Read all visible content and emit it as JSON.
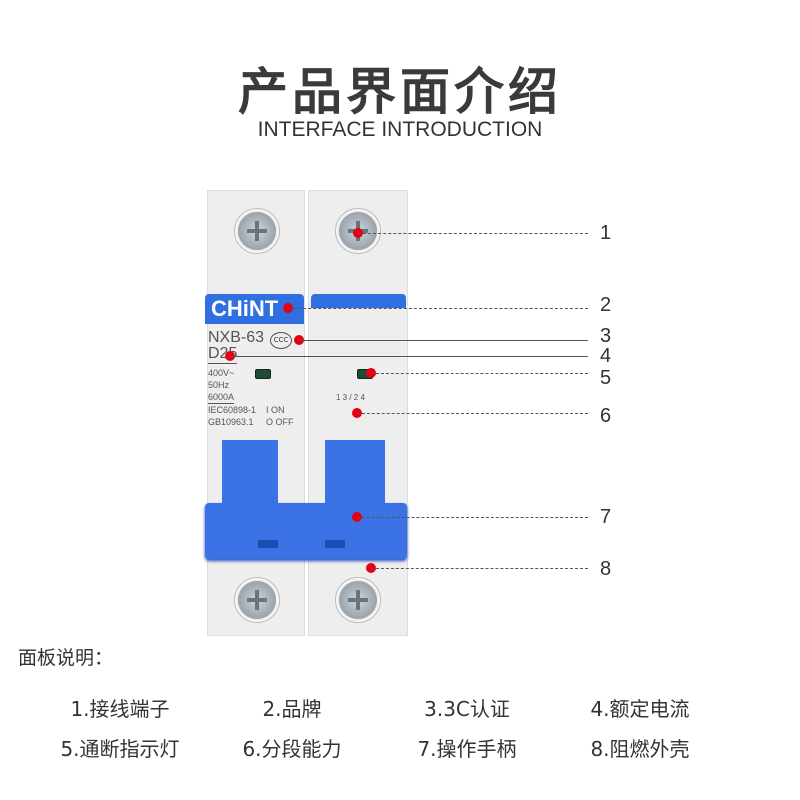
{
  "header": {
    "title": "产品界面介绍",
    "subtitle": "INTERFACE INTRODUCTION"
  },
  "product": {
    "brand": "CHiNT",
    "model": "NXB-63",
    "rating": "D25",
    "specs": [
      "400V~",
      "50Hz",
      "6000A"
    ],
    "standards": [
      "IEC60898-1",
      "GB10963.1"
    ],
    "on_label": "I ON",
    "off_label": "O OFF",
    "cert_mark": "CCC",
    "terminal_marks": "1 3 / 2 4"
  },
  "callouts": [
    "1",
    "2",
    "3",
    "4",
    "5",
    "6",
    "7",
    "8"
  ],
  "legend": {
    "title": "面板说明：",
    "items": [
      "1.接线端子",
      "2.品牌",
      "3.3C认证",
      "4.额定电流",
      "5.通断指示灯",
      "6.分段能力",
      "7.操作手柄",
      "8.阻燃外壳"
    ]
  },
  "colors": {
    "marker": "#e60012",
    "brand_blue": "#2f6fe0"
  }
}
